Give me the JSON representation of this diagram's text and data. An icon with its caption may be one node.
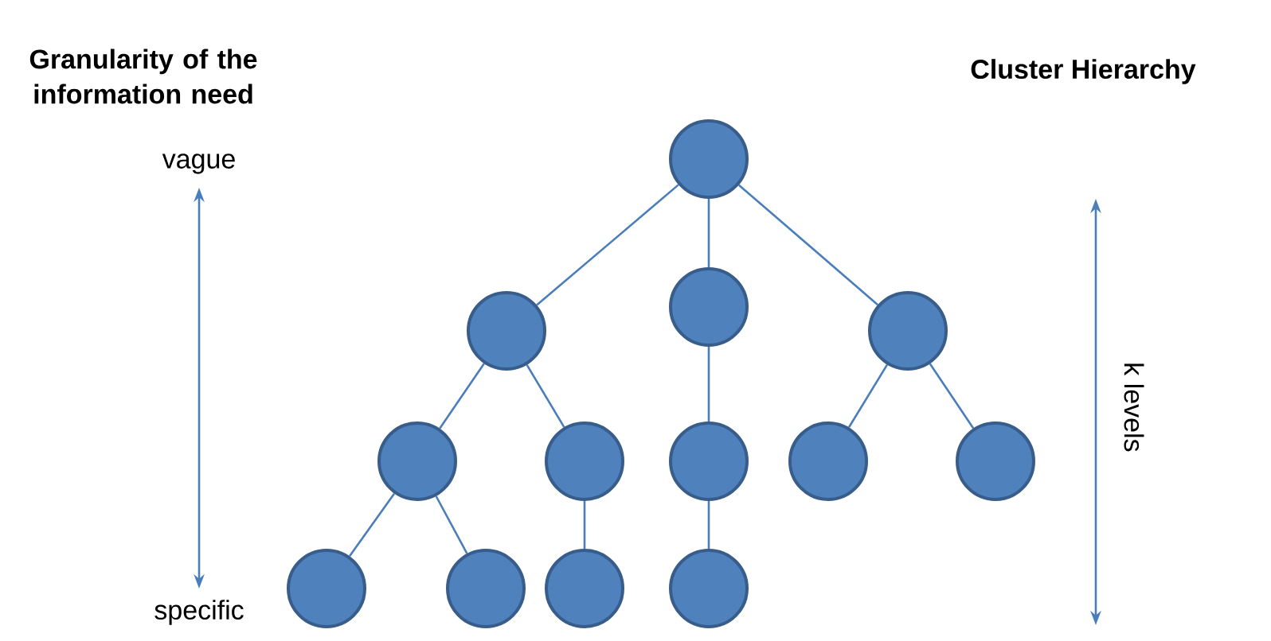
{
  "diagram": {
    "nodes": [
      {
        "text": [],
        "shape": "circle"
      },
      {
        "text": [],
        "shape": "circle"
      },
      {
        "text": [],
        "shape": "circle"
      },
      {
        "text": [],
        "shape": "circle"
      },
      {
        "text": [],
        "shape": "circle"
      },
      {
        "text": [],
        "shape": "circle"
      },
      {
        "text": [],
        "shape": "circle"
      },
      {
        "text": [],
        "shape": "circle"
      },
      {
        "text": [],
        "shape": "circle"
      },
      {
        "text": [],
        "shape": "circle"
      },
      {
        "text": [],
        "shape": "circle"
      },
      {
        "text": [],
        "shape": "circle"
      },
      {
        "text": [],
        "shape": "circle"
      }
    ],
    "edges": [
      {
        "from": 0,
        "to": 1,
        "arrow": "none"
      },
      {
        "from": 0,
        "to": 2,
        "arrow": "none"
      },
      {
        "from": 0,
        "to": 3,
        "arrow": "none"
      },
      {
        "from": 1,
        "to": 4,
        "arrow": "none"
      },
      {
        "from": 1,
        "to": 5,
        "arrow": "none"
      },
      {
        "from": 2,
        "to": 6,
        "arrow": "none"
      },
      {
        "from": 3,
        "to": 7,
        "arrow": "none"
      },
      {
        "from": 3,
        "to": 8,
        "arrow": "none"
      },
      {
        "from": 4,
        "to": 9,
        "arrow": "none"
      },
      {
        "from": 4,
        "to": 10,
        "arrow": "none"
      },
      {
        "from": 5,
        "to": 11,
        "arrow": "none"
      },
      {
        "from": 6,
        "to": 12,
        "arrow": "none"
      }
    ],
    "labels": [
      "Granularity of the information need",
      "Cluster Hierarchy",
      "vague",
      "specific",
      "k levels"
    ]
  }
}
